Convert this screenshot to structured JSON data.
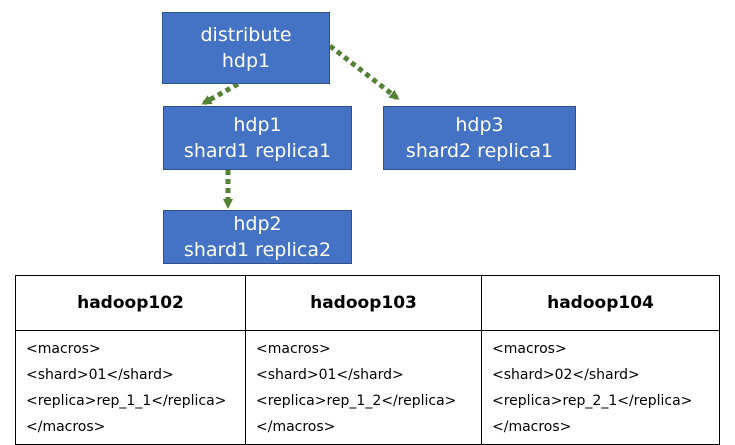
{
  "diagram": {
    "nodes": {
      "distribute": {
        "line1": "distribute",
        "line2": "hdp1"
      },
      "hdp1": {
        "line1": "hdp1",
        "line2": "shard1 replica1"
      },
      "hdp3": {
        "line1": "hdp3",
        "line2": "shard2 replica1"
      },
      "hdp2": {
        "line1": "hdp2",
        "line2": "shard1 replica2"
      }
    },
    "arrow_color": "#548235",
    "node_color": "#4472c4"
  },
  "table": {
    "headers": [
      "hadoop102",
      "hadoop103",
      "hadoop104"
    ],
    "cells": [
      [
        "<macros>",
        "<shard>01</shard>",
        "<replica>rep_1_1</replica>",
        "</macros>"
      ],
      [
        "<macros>",
        "<shard>01</shard>",
        "<replica>rep_1_2</replica>",
        "</macros>"
      ],
      [
        "<macros>",
        "<shard>02</shard>",
        "<replica>rep_2_1</replica>",
        "</macros>"
      ]
    ]
  }
}
